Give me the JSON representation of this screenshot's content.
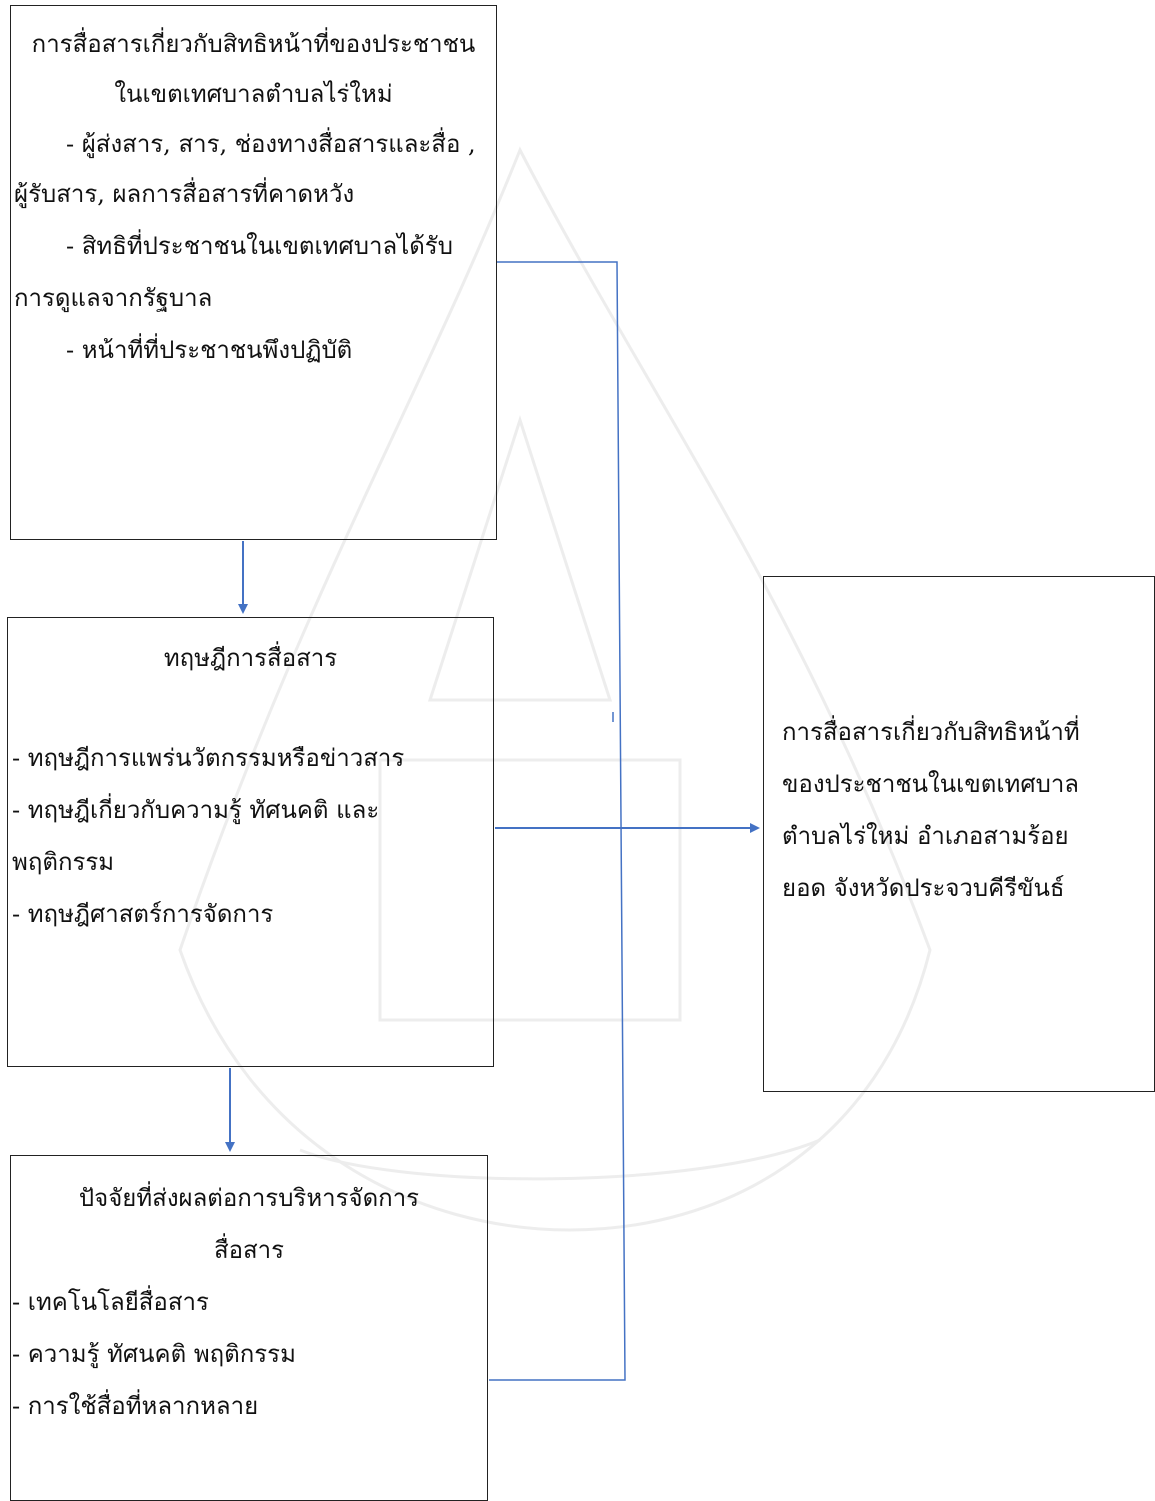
{
  "box1": {
    "line1": "การสื่อสารเกี่ยวกับสิทธิหน้าที่ของประชาชน",
    "line2": "ในเขตเทศบาลตำบลไร่ใหม่",
    "line3": "-  ผู้ส่งสาร, สาร, ช่องทางสื่อสารและสื่อ ,",
    "line4": "ผู้รับสาร, ผลการสื่อสารที่คาดหวัง",
    "line5": "-   สิทธิที่ประชาชนในเขตเทศบาลได้รับ",
    "line6": "การดูแลจากรัฐบาล",
    "line7": "-   หน้าที่ที่ประชาชนพึงปฏิบัติ"
  },
  "box2": {
    "title": "ทฤษฎีการสื่อสาร",
    "line1": "- ทฤษฎีการแพร่นวัตกรรมหรือข่าวสาร",
    "line2": "- ทฤษฎีเกี่ยวกับความรู้ ทัศนคติ และ",
    "line3": "พฤติกรรม",
    "line4": "- ทฤษฎีศาสตร์การจัดการ"
  },
  "box3": {
    "title1": "ปัจจัยที่ส่งผลต่อการบริหารจัดการ",
    "title2": "สื่อสาร",
    "line1": "- เทคโนโลยีสื่อสาร",
    "line2": "- ความรู้ ทัศนคติ พฤติกรรม",
    "line3": "- การใช้สื่อที่หลากหลาย"
  },
  "box4": {
    "line1": "การสื่อสารเกี่ยวกับสิทธิหน้าที่",
    "line2": "ของประชาชนในเขตเทศบาล",
    "line3": "ตำบลไร่ใหม่ อำเภอสามร้อย",
    "line4": "ยอด จังหวัดประจวบคีรีขันธ์"
  },
  "colors": {
    "connector": "#4472C4",
    "border": "#222222"
  }
}
